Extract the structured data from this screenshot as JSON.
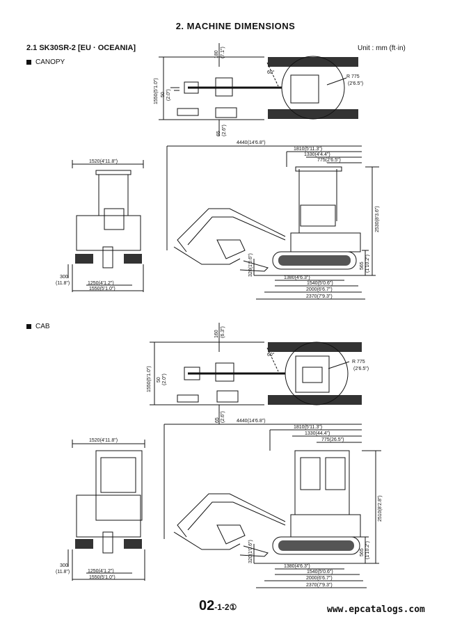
{
  "page": {
    "title": "2. MACHINE DIMENSIONS",
    "model": "2.1 SK30SR-2 [EU · OCEANIA]",
    "unit_note": "Unit : mm (ft·in)",
    "footer": {
      "main": "02",
      "sub": "-1-2",
      "circled": "①"
    },
    "watermark": "www.epcatalogs.com"
  },
  "canopy": {
    "label": "CANOPY",
    "top": {
      "d180": "180",
      "d180ft": "(7.1\")",
      "d1550": "1550(5'1.0\")",
      "d50": "50",
      "d50ft": "(2.0\")",
      "d65": "65",
      "d65ft": "(2.6\")",
      "r775": "R 775",
      "r775ft": "(2'6.5\")",
      "angle": "60°"
    },
    "side": {
      "d4440": "4440(14'6.8\")",
      "d1810": "1810(5'11.3\")",
      "d1330": "1330(4'4.4\")",
      "d775": "775(2'6.5\")",
      "d2530": "2530(8'3.6\")",
      "d565": "565",
      "d565ft": "(1'10.2\")",
      "d320": "320(1'0.6\")",
      "d1380": "1380(4'6.3\")",
      "d1540": "1540(5'0.6\")",
      "d2000": "2000(6'6.7\")",
      "d2370": "2370(7'9.3\")"
    },
    "front": {
      "d1520": "1520(4'11.8\")",
      "d300": "300",
      "d300ft": "(11.8\")",
      "d1250": "1250(4'1.2\")",
      "d1550": "1550(5'1.0\")"
    }
  },
  "cab": {
    "label": "CAB",
    "top": {
      "d160": "160",
      "d160ft": "(6.3\")",
      "d1550": "1550(5'1.0\")",
      "d50": "50",
      "d50ft": "(2.0\")",
      "d65": "65",
      "d65ft": "(2.6\")",
      "r775": "R 775",
      "r775ft": "(2'6.5\")",
      "angle": "60°"
    },
    "side": {
      "d4440": "4440(14'6.8\")",
      "d1810": "1810(5'11.3\")",
      "d1330": "1330(44.4\")",
      "d775": "775(26.5\")",
      "d2510": "2510(8'2.8\")",
      "d565": "565",
      "d565ft": "(1'10.2\")",
      "d320": "320(1'0.6\")",
      "d1380": "1380(4'6.3\")",
      "d1540": "1540(5'0.6\")",
      "d2000": "2000(6'6.7\")",
      "d2370": "2370(7'9.3\")"
    },
    "front": {
      "d1520": "1520(4'11.8\")",
      "d300": "300",
      "d300ft": "(11.8\")",
      "d1250": "1250(4'1.2\")",
      "d1550": "1550(5'1.0\")"
    }
  }
}
